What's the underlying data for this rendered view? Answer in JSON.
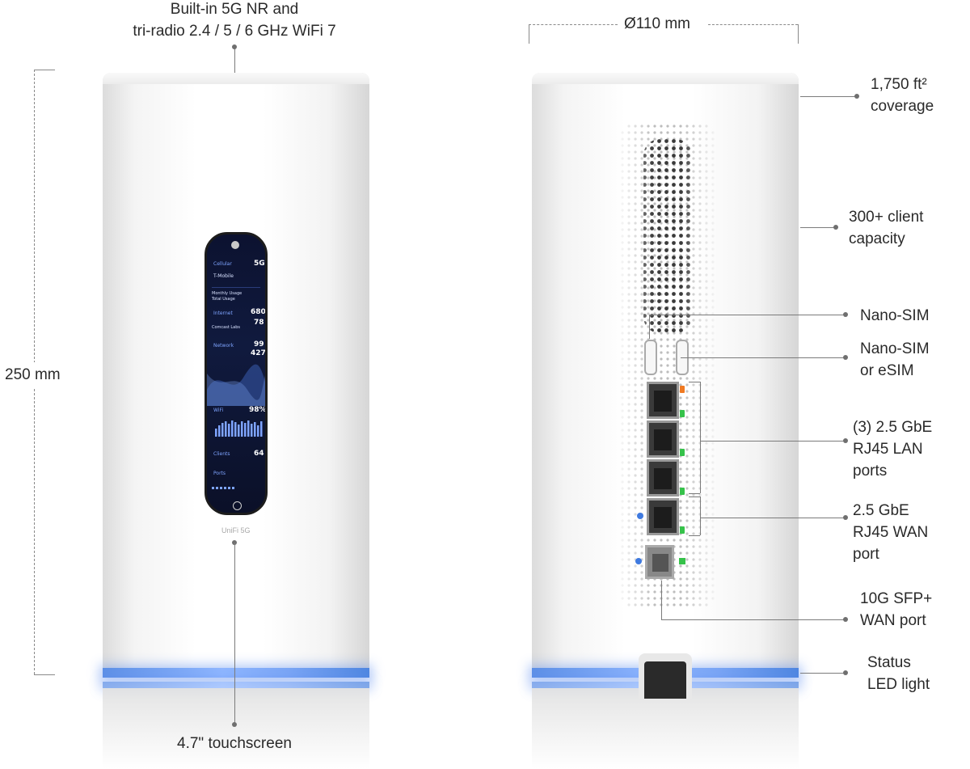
{
  "labels": {
    "top_left": [
      "Built-in 5G NR and",
      "tri-radio 2.4 / 5 / 6 GHz WiFi 7"
    ],
    "height": "250 mm",
    "diameter": "Ø110 mm",
    "touchscreen": "4.7\" touchscreen",
    "coverage": [
      "1,750 ft²",
      "coverage"
    ],
    "clients": [
      "300+ client",
      "capacity"
    ],
    "nano_sim": [
      "Nano-SIM"
    ],
    "nano_esim": [
      "Nano-SIM",
      "or eSIM"
    ],
    "lan_ports": [
      "(3) 2.5 GbE",
      "RJ45 LAN",
      "ports"
    ],
    "wan_port": [
      "2.5 GbE",
      "RJ45 WAN",
      "port"
    ],
    "sfp_port": [
      "10G SFP+",
      "WAN port"
    ],
    "status_led": [
      "Status",
      "LED light"
    ]
  },
  "device": {
    "brand_text": "UniFi 5G"
  },
  "screen": {
    "cellular": "Cellular",
    "signal": "5G",
    "carrier": "T-Mobile",
    "monthly": "Monthly Usage",
    "total": "Total Usage",
    "internet": "Internet",
    "down": "680",
    "up": "78",
    "isp": "Comcast Labs",
    "network": "Network",
    "net_down": "99",
    "net_up": "427",
    "wifi": "WiFi",
    "wifi_pct": "98%",
    "clients": "Clients",
    "clients_count": "64",
    "ports": "Ports"
  },
  "colors": {
    "led_blue": "#6f9cf0",
    "port_green": "#36c24a",
    "port_orange": "#f07a22"
  }
}
